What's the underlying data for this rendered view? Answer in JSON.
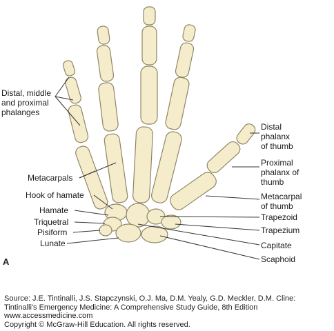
{
  "panel_letter": "A",
  "labels": {
    "phalanges": "Distal, middle\nand proximal\nphalanges",
    "metacarpals": "Metacarpals",
    "hook_of_hamate": "Hook of hamate",
    "hamate": "Hamate",
    "triquetral": "Triquetral",
    "pisiform": "Pisiform",
    "lunate": "Lunate",
    "distal_phalanx_thumb": "Distal\nphalanx\nof thumb",
    "proximal_phalanx_thumb": "Proximal\nphalanx of\nthumb",
    "metacarpal_thumb": "Metacarpal\nof thumb",
    "trapezoid": "Trapezoid",
    "trapezium": "Trapezium",
    "capitate": "Capitate",
    "scaphoid": "Scaphoid"
  },
  "source": {
    "line1": "Source: J.E. Tintinalli, J.S. Stapczynski, O.J. Ma, D.M. Yealy, G.D. Meckler, D.M. Cline:",
    "line2": "Tintinalli's Emergency Medicine: A Comprehensive Study Guide, 8th Edition",
    "line3": "www.accessmedicine.com",
    "line4": "Copyright © McGraw-Hill Education.  All rights reserved."
  },
  "colors": {
    "bone_fill": "#f5eccb",
    "bone_stroke": "#8f8565",
    "leader_line": "#333333"
  }
}
